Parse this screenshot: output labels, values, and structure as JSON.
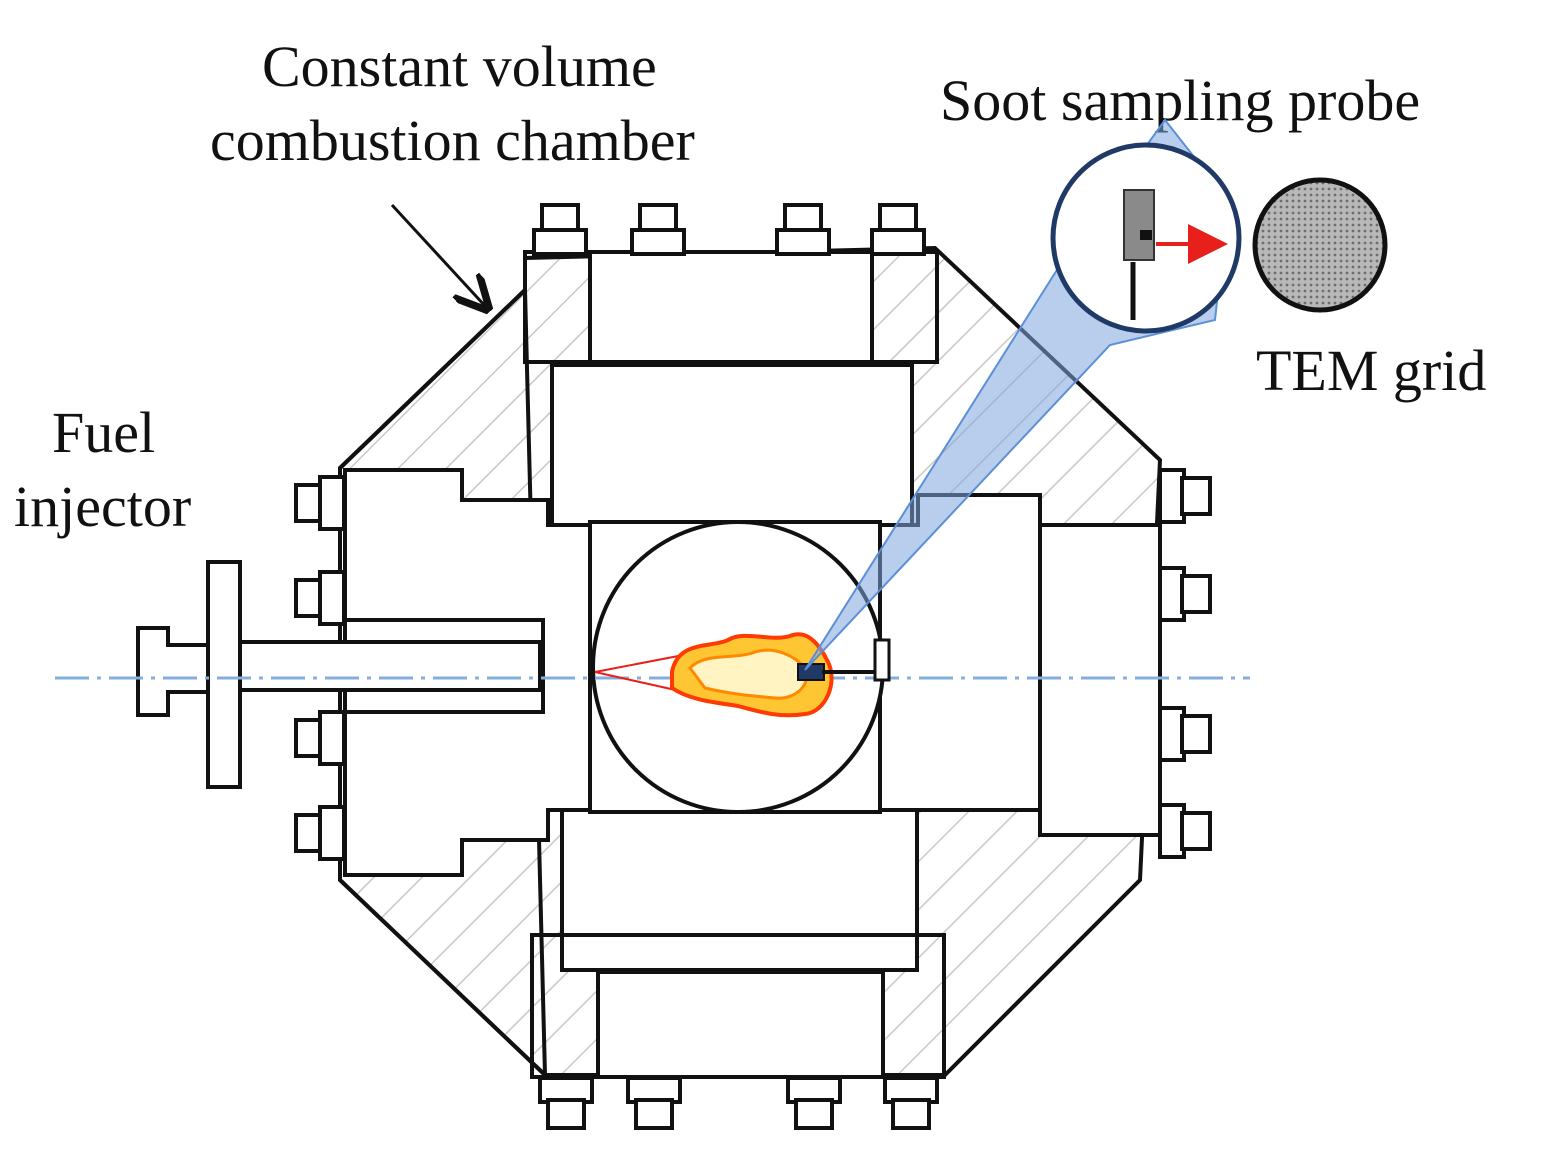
{
  "labels": {
    "chamber_line1": "Constant volume",
    "chamber_line2": "combustion chamber",
    "probe": "Soot sampling probe",
    "grid": "TEM grid",
    "fuel_line1": "Fuel",
    "fuel_line2": "injector"
  },
  "colors": {
    "line": "#111111",
    "hatch": "#c8c8c8",
    "axis": "#86aedc",
    "cone_fill": "#7fa6de",
    "cone_edge": "#5b8fd6",
    "zoom_circle": "#1f3a66",
    "arrow": "#e8201c",
    "flame_outer": "#ff3a00",
    "flame_inner": "#ffb000",
    "grid_fill": "#9a9a9a"
  },
  "icons": {
    "bolt": "hex-bolt-icon",
    "probe": "probe-icon",
    "grid": "tem-grid-icon",
    "flame": "flame-icon"
  }
}
